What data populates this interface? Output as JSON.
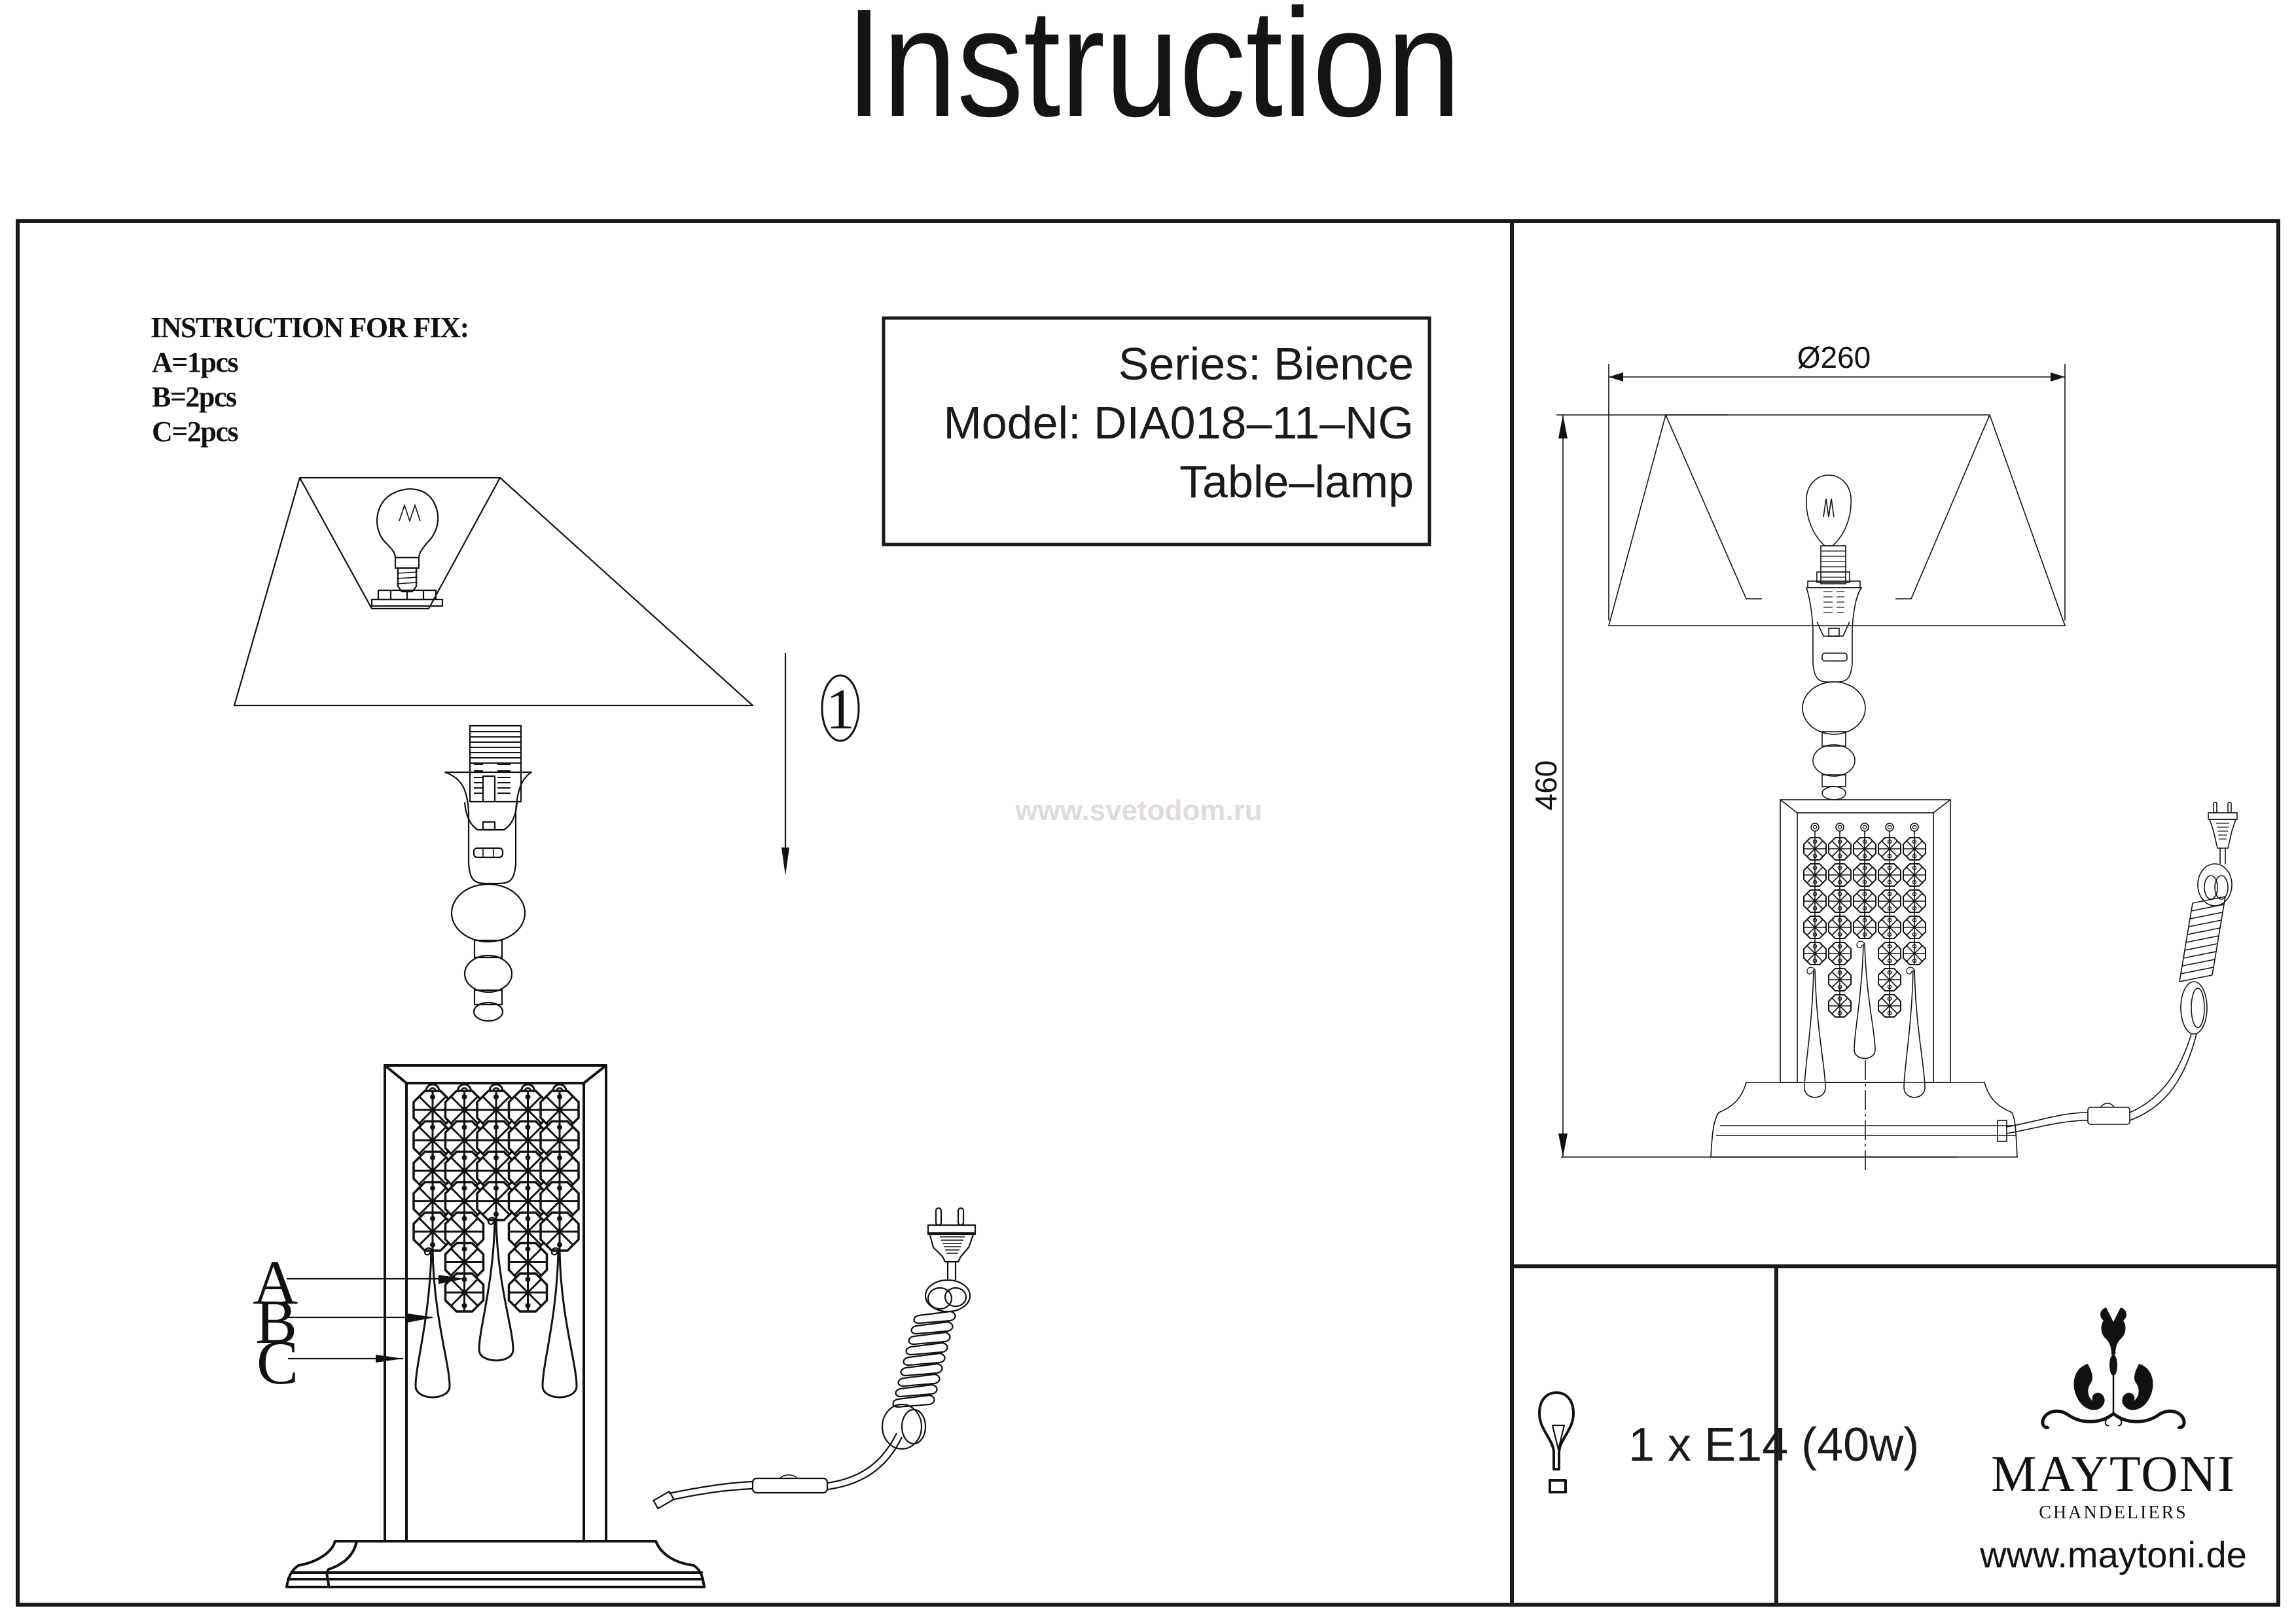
{
  "page": {
    "title": "Instruction"
  },
  "fix_instructions": {
    "heading": "INSTRUCTION FOR FIX:",
    "items": [
      {
        "label": "A=1pcs"
      },
      {
        "label": "B=2pcs"
      },
      {
        "label": "C=2pcs"
      }
    ]
  },
  "product": {
    "series_line": "Series: Bience",
    "model_line": "Model: DIA018–11–NG",
    "type_line": "Table–lamp"
  },
  "assembly": {
    "step_number": "1",
    "watermark": "www.svetodom.ru",
    "part_labels": [
      "A",
      "B",
      "C"
    ],
    "crystal_columns": [
      {
        "octagons": 5,
        "drop": "small"
      },
      {
        "octagons": 7,
        "drop": "none"
      },
      {
        "octagons": 4,
        "drop": "large"
      },
      {
        "octagons": 7,
        "drop": "none"
      },
      {
        "octagons": 5,
        "drop": "small"
      }
    ]
  },
  "dimensions": {
    "diameter_label": "Ø260",
    "height_label": "460",
    "unit": "mm"
  },
  "bulb_spec": {
    "text": "1 x E14 (40w)",
    "icon": "bulb-icon"
  },
  "brand": {
    "name": "MAYTONI",
    "subtitle": "CHANDELIERS",
    "url": "www.maytoni.de",
    "logo_icon": "chandelier-logo-icon"
  }
}
